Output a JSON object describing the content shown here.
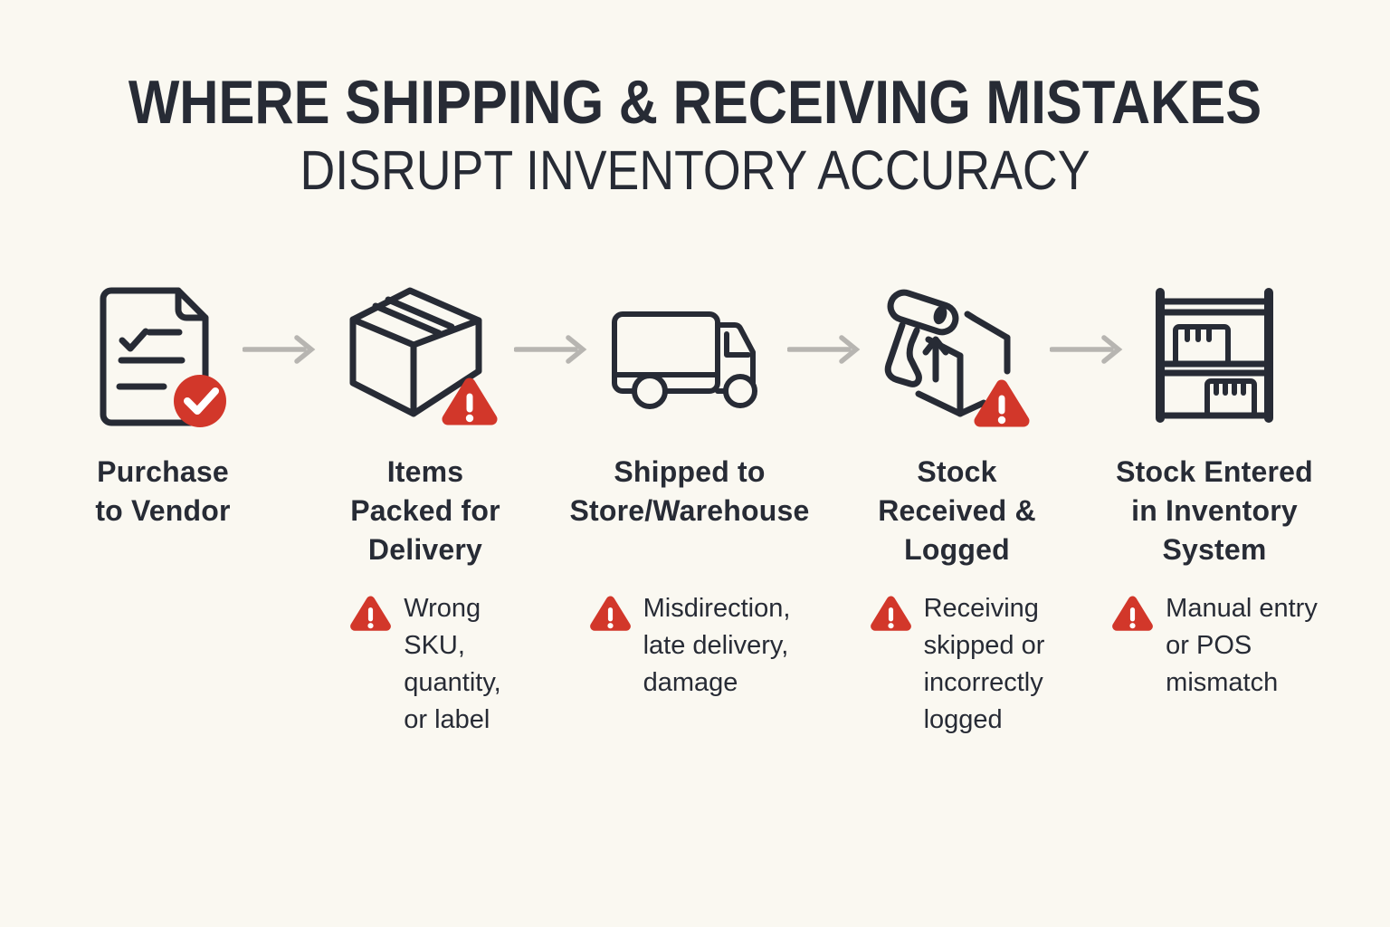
{
  "title": {
    "line1": "WHERE SHIPPING & RECEIVING MISTAKES",
    "line2": "DISRUPT INVENTORY ACCURACY"
  },
  "colors": {
    "background": "#faf8f1",
    "ink": "#272b35",
    "red": "#d2372a",
    "arrow": "#b7b5b1"
  },
  "stages": [
    {
      "label": "Purchase\nto Vendor",
      "icon": "purchase-order-icon",
      "badge": "check-badge",
      "note": null
    },
    {
      "label": "Items\nPacked for\nDelivery",
      "icon": "packed-box-icon",
      "badge": "warning-badge",
      "note": "Wrong\nSKU,\nquantity,\nor label"
    },
    {
      "label": "Shipped to\nStore/Warehouse",
      "icon": "delivery-truck-icon",
      "badge": null,
      "note": "Misdirection,\nlate delivery,\ndamage"
    },
    {
      "label": "Stock\nReceived &\nLogged",
      "icon": "barcode-scanner-box-icon",
      "badge": "warning-badge",
      "note": "Receiving\nskipped or\nincorrectly\nlogged"
    },
    {
      "label": "Stock Entered\nin Inventory\nSystem",
      "icon": "inventory-shelf-icon",
      "badge": null,
      "note": "Manual entry\nor POS\nmismatch"
    }
  ]
}
